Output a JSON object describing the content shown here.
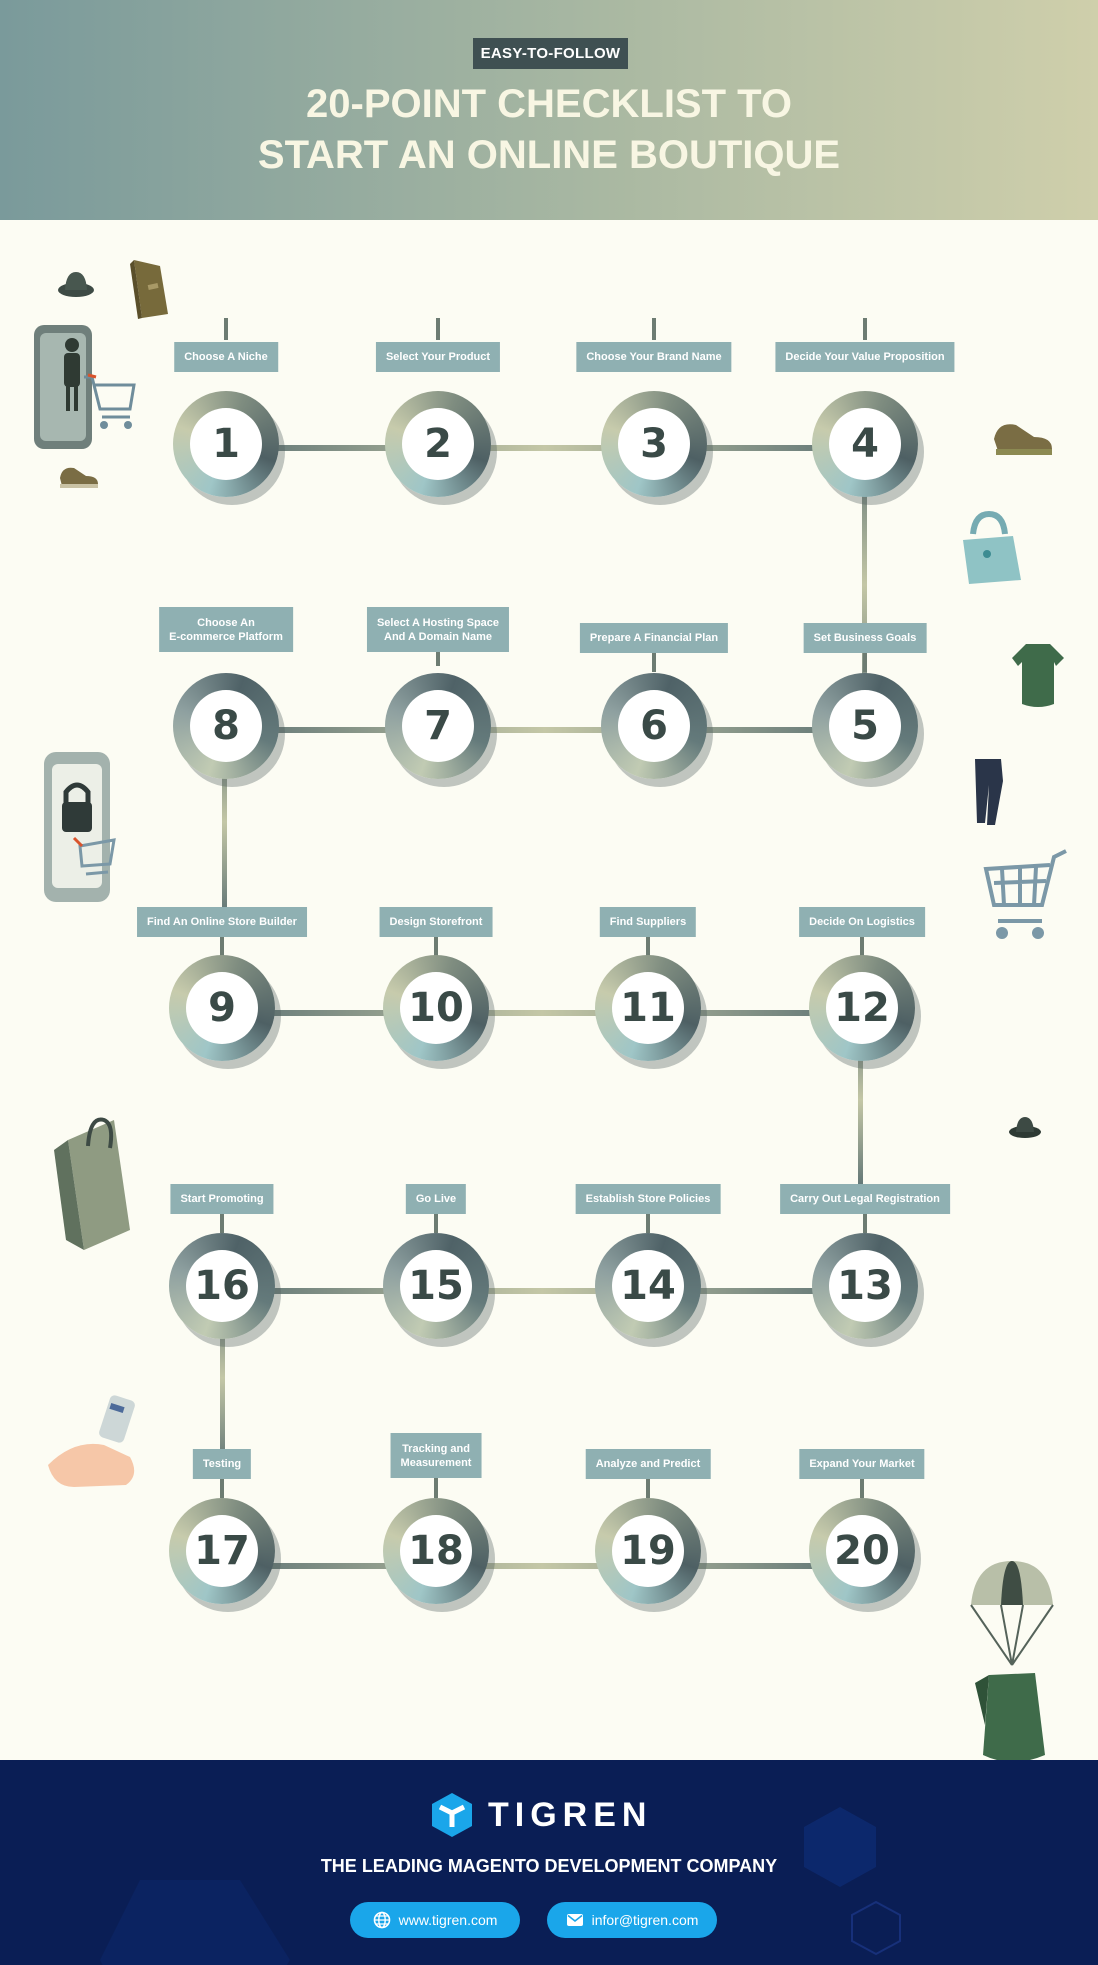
{
  "header": {
    "badge": "EASY-TO-FOLLOW",
    "title_line1": "20-POINT CHECKLIST TO",
    "title_line2": "START AN ONLINE BOUTIQUE"
  },
  "steps": [
    {
      "num": "1",
      "label": "Choose A Niche"
    },
    {
      "num": "2",
      "label": "Select Your Product"
    },
    {
      "num": "3",
      "label": "Choose Your Brand Name"
    },
    {
      "num": "4",
      "label": "Decide Your Value Proposition"
    },
    {
      "num": "5",
      "label": "Set Business Goals"
    },
    {
      "num": "6",
      "label": "Prepare A Financial Plan"
    },
    {
      "num": "7",
      "label": "Select A Hosting Space\nAnd A Domain Name"
    },
    {
      "num": "8",
      "label": "Choose An\nE-commerce Platform"
    },
    {
      "num": "9",
      "label": "Find An Online Store Builder"
    },
    {
      "num": "10",
      "label": "Design Storefront"
    },
    {
      "num": "11",
      "label": "Find Suppliers"
    },
    {
      "num": "12",
      "label": "Decide On Logistics"
    },
    {
      "num": "13",
      "label": "Carry Out Legal Registration"
    },
    {
      "num": "14",
      "label": "Establish Store Policies"
    },
    {
      "num": "15",
      "label": "Go Live"
    },
    {
      "num": "16",
      "label": "Start Promoting"
    },
    {
      "num": "17",
      "label": "Testing"
    },
    {
      "num": "18",
      "label": "Tracking and\nMeasurement"
    },
    {
      "num": "19",
      "label": "Analyze and Predict"
    },
    {
      "num": "20",
      "label": "Expand Your Market"
    }
  ],
  "footer": {
    "brand": "TIGREN",
    "tagline": "THE LEADING MAGENTO DEVELOPMENT COMPANY",
    "website": "www.tigren.com",
    "email": "infor@tigren.com"
  },
  "colors": {
    "label_bg": "#8fb0b2",
    "footer_bg": "#0a1e55",
    "pill_bg": "#1aa6ea",
    "number_text": "#3a4a47"
  },
  "icons": [
    "hat-icon",
    "wallet-icon",
    "phone-shopping-icon",
    "sneaker-icon",
    "handbag-icon",
    "shirt-icon",
    "trousers-icon",
    "shopping-cart-icon",
    "phone-lock-icon",
    "shopping-bag-icon",
    "hand-phone-icon",
    "parachute-icon",
    "globe-icon",
    "mail-icon",
    "tigren-logo-icon"
  ]
}
